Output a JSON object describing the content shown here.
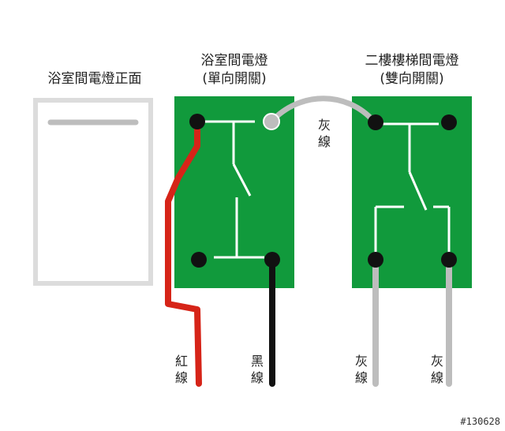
{
  "panels": {
    "front": {
      "title": "浴室間電燈正面"
    },
    "single": {
      "title": "浴室間電燈",
      "subtitle": "(單向開關)"
    },
    "two_way": {
      "title": "二樓樓梯間電燈",
      "subtitle": "(雙向開關)"
    }
  },
  "wire_labels": {
    "gray_top": "灰線",
    "red": "紅線",
    "black": "黑線",
    "gray_left": "灰線",
    "gray_right": "灰線"
  },
  "watermark": "#130628",
  "colors": {
    "board": "#119a3c",
    "red_wire": "#d62418",
    "black_wire": "#111111",
    "gray_wire": "#bdbdbd",
    "plate_border": "#dcdcdc"
  }
}
